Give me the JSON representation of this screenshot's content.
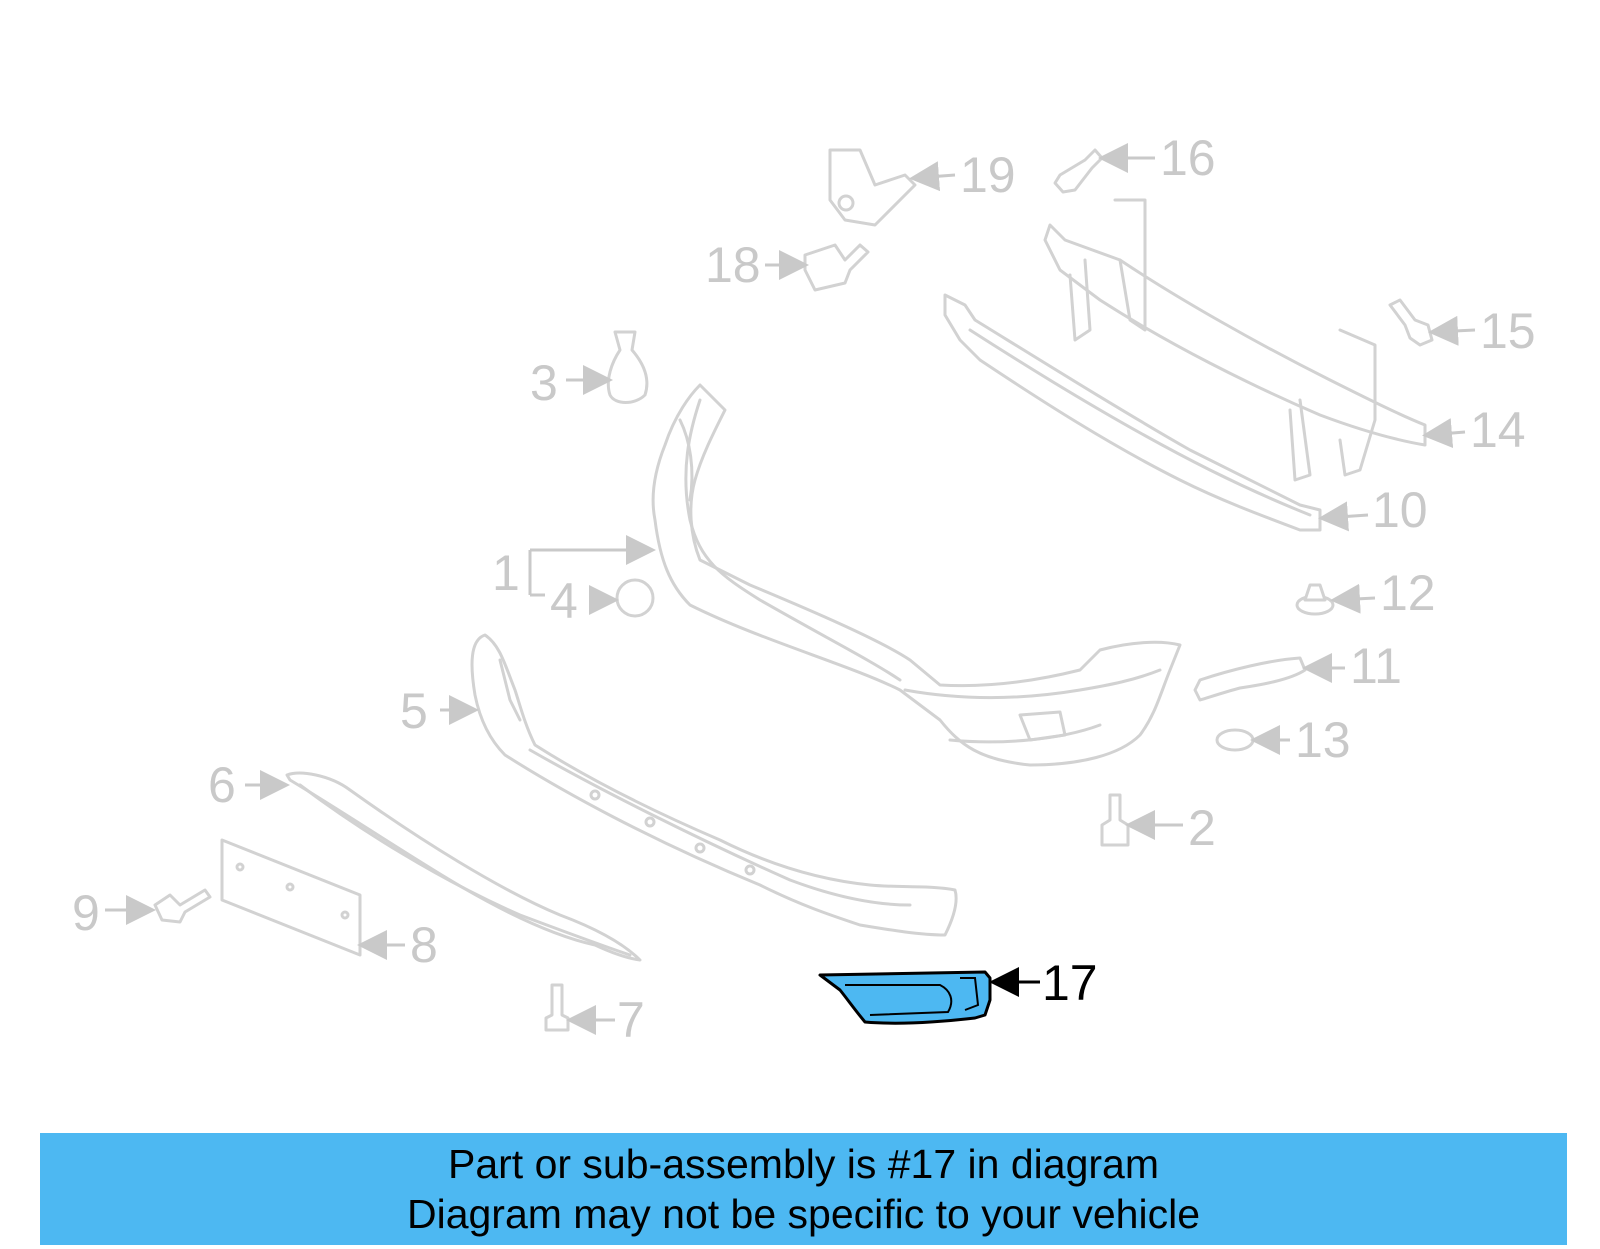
{
  "callouts": {
    "c1": "1",
    "c2": "2",
    "c3": "3",
    "c4": "4",
    "c5": "5",
    "c6": "6",
    "c7": "7",
    "c8": "8",
    "c9": "9",
    "c10": "10",
    "c11": "11",
    "c12": "12",
    "c13": "13",
    "c14": "14",
    "c15": "15",
    "c16": "16",
    "c17": "17",
    "c18": "18",
    "c19": "19"
  },
  "highlight": {
    "part_number": "17",
    "color": "#4db8f2"
  },
  "colors": {
    "inactive": "#c9c9c9",
    "banner": "#4db8f2",
    "text": "#000000"
  },
  "banner": {
    "line1": "Part or sub-assembly is #17 in diagram",
    "line2": "Diagram may not be specific to your vehicle"
  }
}
